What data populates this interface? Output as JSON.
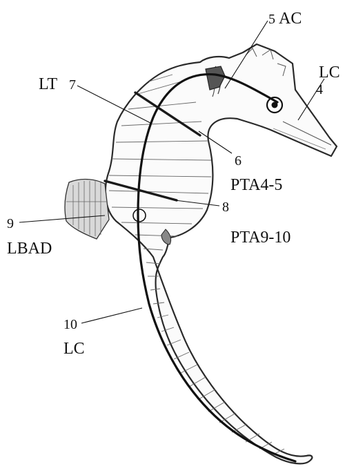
{
  "labels": {
    "p5": "5",
    "ac": "AC",
    "lc_top": "LC",
    "p4": "4",
    "lt": "LT",
    "p7": "7",
    "p6": "6",
    "pta45": "PTA4-5",
    "p8": "8",
    "pta910": "PTA9-10",
    "p9": "9",
    "lbad": "LBAD",
    "p10": "10",
    "lc_bottom": "LC"
  }
}
